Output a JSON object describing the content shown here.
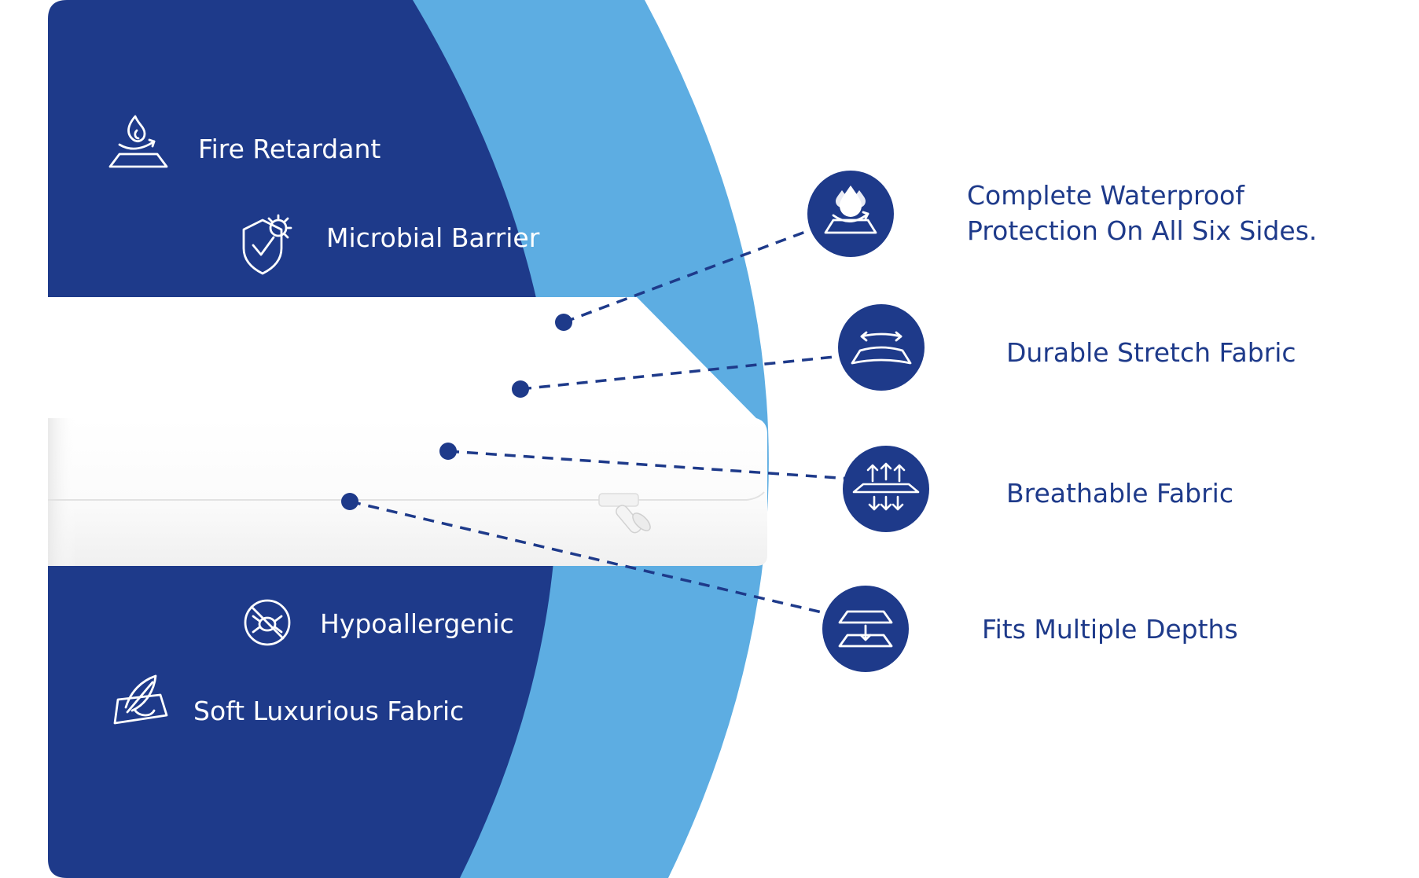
{
  "colors": {
    "navy": "#1E3A8A",
    "light_blue": "#5DADE2",
    "white": "#FFFFFF"
  },
  "left_features": [
    {
      "label": "Fire Retardant",
      "icon": "fire-retardant-icon"
    },
    {
      "label": "Microbial Barrier",
      "icon": "shield-check-icon"
    },
    {
      "label": "Hypoallergenic",
      "icon": "no-mite-icon"
    },
    {
      "label": "Soft Luxurious Fabric",
      "icon": "feather-icon"
    }
  ],
  "right_features": [
    {
      "lines": [
        "Complete Waterproof",
        "Protection On All Six Sides."
      ],
      "icon": "waterproof-drop-icon"
    },
    {
      "lines": [
        "Durable Stretch Fabric"
      ],
      "icon": "stretch-fabric-icon"
    },
    {
      "lines": [
        "Breathable Fabric"
      ],
      "icon": "breathable-arrows-icon"
    },
    {
      "lines": [
        "Fits Multiple Depths"
      ],
      "icon": "multiple-depths-icon"
    }
  ]
}
